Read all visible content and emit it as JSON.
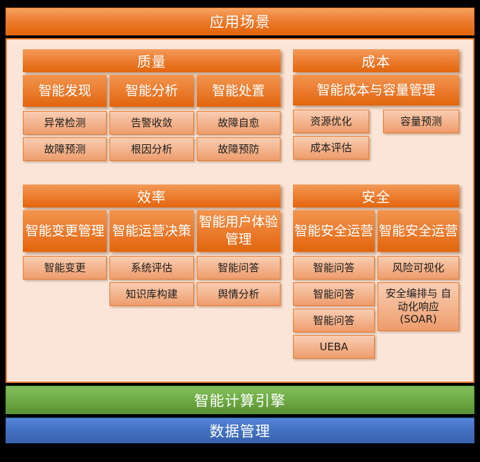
{
  "banners": {
    "top": "应用场景",
    "engine": "智能计算引擎",
    "data": "数据管理"
  },
  "colors": {
    "orange_accent": "#ED7D31",
    "orange_dark": "#E26408",
    "item_fill_light": "#F8CDB3",
    "item_fill_dark": "#EE9C6C",
    "content_background": "#FAE5D8",
    "green_banner": "#70AD47",
    "blue_banner": "#4472C4",
    "frame_background": "#000000",
    "header_text": "#FFFFFF",
    "item_text": "#1C1C1C"
  },
  "sections": {
    "quality": {
      "title": "质量",
      "columns": [
        {
          "header": "智能发现",
          "items": [
            "异常检测",
            "故障预测"
          ]
        },
        {
          "header": "智能分析",
          "items": [
            "告警收敛",
            "根因分析"
          ]
        },
        {
          "header": "智能处置",
          "items": [
            "故障自愈",
            "故障预防"
          ]
        }
      ]
    },
    "cost": {
      "title": "成本",
      "subheader": "智能成本与容量管理",
      "columns": [
        {
          "items": [
            "资源优化",
            "成本评估"
          ]
        },
        {
          "items": [
            "容量预测"
          ]
        }
      ]
    },
    "efficiency": {
      "title": "效率",
      "columns": [
        {
          "header": "智能变更管理",
          "items": [
            "智能变更"
          ]
        },
        {
          "header": "智能运营决策",
          "items": [
            "系统评估",
            "知识库构建"
          ]
        },
        {
          "header": "智能用户体验管理",
          "items": [
            "智能问答",
            "舆情分析"
          ]
        }
      ]
    },
    "security": {
      "title": "安全",
      "columns": [
        {
          "header": "智能安全运营",
          "items": [
            "智能问答",
            "智能问答",
            "智能问答",
            "UEBA"
          ]
        },
        {
          "header": "智能安全运营",
          "items": [
            "风险可视化",
            "安全编排与 自动化响应 (SOAR)"
          ]
        }
      ]
    }
  }
}
